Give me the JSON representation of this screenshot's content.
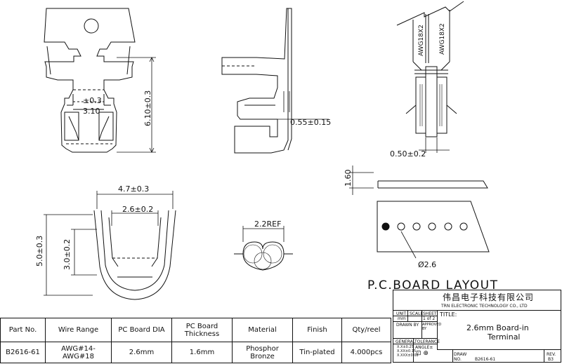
{
  "dimensions": {
    "tab_tol": "±0.3",
    "tab_width": "3.10",
    "height": "6.10±0.3",
    "thickness": "0.55±0.15",
    "tip_width": "0.50±0.2",
    "outer_width": "4.7±0.3",
    "inner_width": "2.6±0.2",
    "outer_height": "5.0±0.3",
    "inner_height": "3.0±0.2",
    "wire_ref": "2.2REF",
    "board_thickness": "1.60",
    "hole_dia": "Ø2.6"
  },
  "wire_labels": [
    "AWG18X2",
    "AWG18X2"
  ],
  "layout_title": "P.C.BOARD LAYOUT",
  "spec_table": {
    "headers": [
      "Part No.",
      "Wire Range",
      "PC Board DIA",
      "PC Board Thickness",
      "Material",
      "Finish",
      "Qty/reel"
    ],
    "row": [
      "B2616-61",
      "AWG#14-AWG#18",
      "2.6mm",
      "1.6mm",
      "Phosphor Bronze",
      "Tin-plated",
      "4.000pcs"
    ]
  },
  "title_block": {
    "company_cn": "伟昌电子科技有限公司",
    "company_en": "TRN ELECTRONIC TECHNOLOGY CO., LTD",
    "unit_label": "UNIT",
    "scale_label": "SCALE",
    "sheet_label": "SHEET",
    "title_label": "TITLE:",
    "unit_value": "mm",
    "sheet_value": "1 of 2",
    "drawn_by_label": "DRAWN BY",
    "approved_by_label": "APPROVED BY",
    "title_line1": "2.6mm Board-in",
    "title_line2": "Terminal",
    "general_label": "GENERAL",
    "tolerance_label": "TOLERANCE",
    "tol_1": "X.X±0.25",
    "tol_2": "X.XX±0.15",
    "tol_3": "X.XXX±0.08",
    "angle_label": "ANGLE±",
    "draw_label": "DRAW",
    "no_label": "NO.",
    "draw_no": "B2616-61",
    "rev_label": "REV.",
    "rev_value": "B3"
  }
}
